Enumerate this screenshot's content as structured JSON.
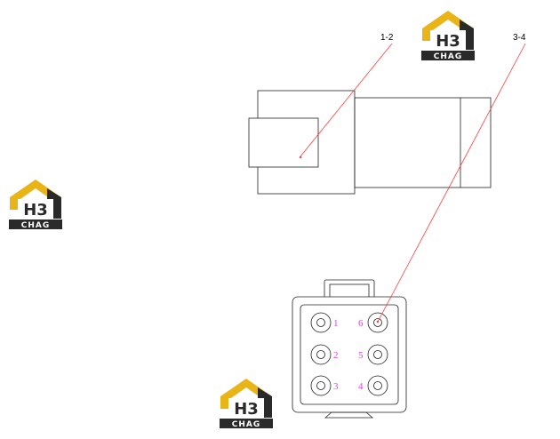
{
  "colors": {
    "outline": "#222222",
    "leader": "#ff3b3b",
    "pin_label": "#e040e0",
    "logo_gold": "#e8b416",
    "logo_dark": "#2a2a2a"
  },
  "logo": {
    "monogram": "H3",
    "word": "CHAG"
  },
  "callouts": [
    {
      "label": "1-2"
    },
    {
      "label": "3-4"
    }
  ],
  "connector_face": {
    "pins": [
      {
        "label": "1"
      },
      {
        "label": "2"
      },
      {
        "label": "3"
      },
      {
        "label": "6"
      },
      {
        "label": "5"
      },
      {
        "label": "4"
      }
    ]
  }
}
